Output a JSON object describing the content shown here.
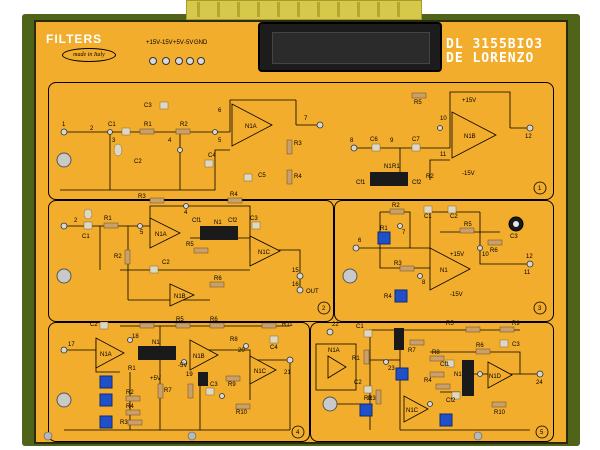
{
  "board": {
    "title": "FILTERS",
    "model_line1": "DL 3155BIO3",
    "model_line2": "DE LORENZO",
    "made_in": "made in Italy",
    "colors": {
      "panel": "#f2ad2c",
      "pcb": "#4f6418",
      "trimmer": "#2050c8"
    }
  },
  "supply": {
    "labels": [
      "+15V",
      "-15V",
      "+5V",
      "-5V",
      "GND"
    ]
  },
  "sections": {
    "s1": {
      "number": "1",
      "opamp1": "N1A",
      "opamp2": "N1B",
      "ic": "N1"
    },
    "s2": {
      "number": "2",
      "opamp1": "N1A",
      "opamp2": "N1C",
      "opamp3": "N1B",
      "ic": "N1",
      "out": "OUT"
    },
    "s3": {
      "number": "3",
      "opamp1": "N1",
      "plus": "+15V",
      "minus": "-15V"
    },
    "s4": {
      "number": "4",
      "opamp1": "N1A",
      "opamp2": "N1B",
      "opamp3": "N1C",
      "ic": "N1",
      "plus": "+5V",
      "minus": "-5V"
    },
    "s5": {
      "number": "5",
      "opamp1": "N1A",
      "opamp2": "N1C",
      "opamp3": "N1D",
      "ic": "N1"
    }
  },
  "labels": {
    "s1": [
      "C3",
      "C1",
      "R1",
      "R2",
      "C2",
      "C4",
      "C5",
      "R3",
      "R4",
      "R5",
      "C6",
      "C7",
      "R1",
      "Cf1",
      "Cf2",
      "R2",
      "+15V",
      "-15V",
      "1",
      "2",
      "3",
      "4",
      "5",
      "6",
      "7",
      "8",
      "9",
      "10",
      "11",
      "12"
    ],
    "s2": [
      "R3",
      "R4",
      "C1",
      "R1",
      "Cf1",
      "Cf2",
      "C3",
      "R2",
      "R5",
      "R6",
      "C2",
      "2",
      "4",
      "5",
      "15",
      "16"
    ],
    "s3": [
      "R5",
      "C1",
      "C2",
      "R1",
      "R3",
      "R2",
      "R4",
      "R6",
      "C3",
      "6",
      "7",
      "8",
      "10",
      "11",
      "12"
    ],
    "s4": [
      "C2",
      "R5",
      "R6",
      "R11",
      "C4",
      "R1",
      "R2",
      "R3",
      "R4",
      "R8",
      "R9",
      "R10",
      "R7",
      "C3",
      "17",
      "18",
      "19",
      "20",
      "21"
    ],
    "s5": [
      "C1",
      "R1",
      "R2",
      "R3",
      "R4",
      "R5",
      "R6",
      "R7",
      "R8",
      "R9",
      "R10",
      "C2",
      "C3",
      "Cf1",
      "Cf2",
      "22",
      "23",
      "24"
    ]
  }
}
